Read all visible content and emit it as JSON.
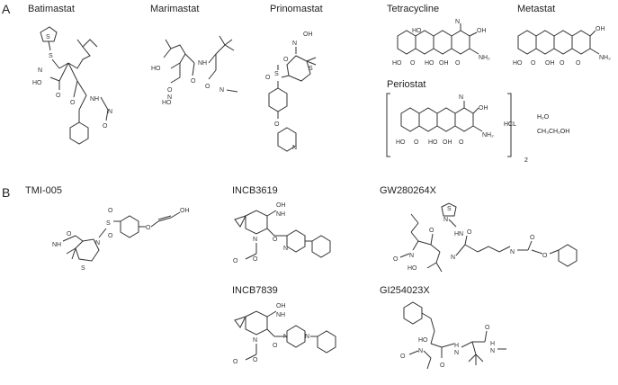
{
  "panels": {
    "a": "A",
    "b": "B"
  },
  "compounds": {
    "batimastat": "Batimastat",
    "marimastat": "Marimastat",
    "prinomastat": "Prinomastat",
    "tetracycline": "Tetracycline",
    "metastat": "Metastat",
    "periostat": "Periostat",
    "tmi005": "TMI-005",
    "incb3619": "INCB3619",
    "incb7839": "INCB7839",
    "gw280264x": "GW280264X",
    "gi254023x": "GI254023X"
  },
  "periostat_extras": {
    "hcl": "HCL",
    "water": "H₂O",
    "ethanol": "CH₃CH₂OH",
    "subscript": "2"
  }
}
